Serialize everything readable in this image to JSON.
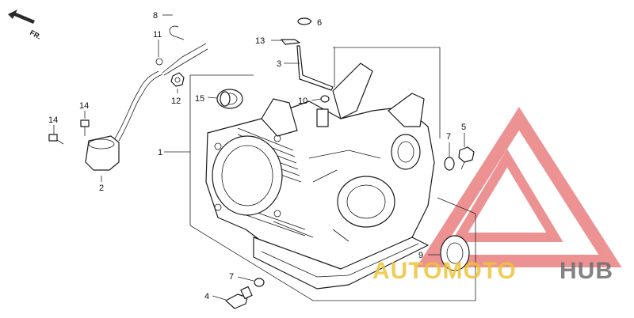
{
  "direction": {
    "label": "FR."
  },
  "callouts": {
    "p1": "1",
    "p2": "2",
    "p3": "3",
    "p4": "4",
    "p5": "5",
    "p6": "6",
    "p7a": "7",
    "p7b": "7",
    "p8": "8",
    "p9": "9",
    "p10": "10",
    "p11": "11",
    "p12": "12",
    "p13": "13",
    "p14a": "14",
    "p14b": "14",
    "p15": "15"
  },
  "watermark": {
    "part1": "AUTOMOTO",
    "part2": "HUB",
    "colors": {
      "triangle": "#e03a3a",
      "text_primary": "#f0c23a",
      "text_secondary": "#6e6e6e"
    }
  }
}
